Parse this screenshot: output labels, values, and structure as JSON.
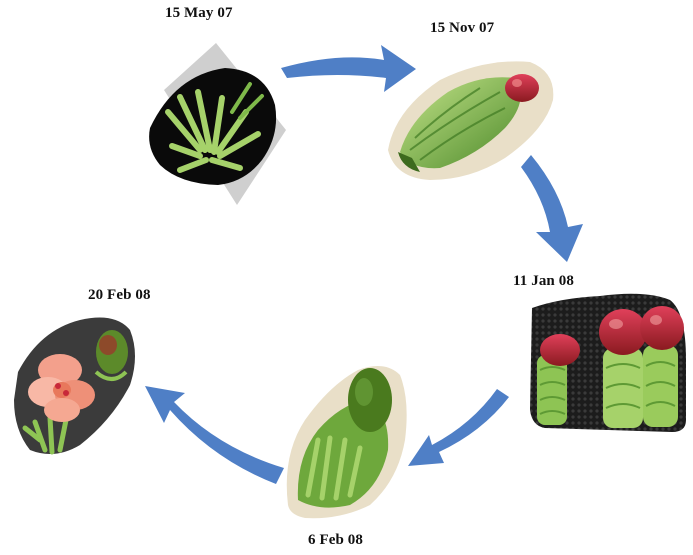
{
  "stages": [
    {
      "id": "stage-1",
      "date": "15 May 07"
    },
    {
      "id": "stage-2",
      "date": "15 Nov 07"
    },
    {
      "id": "stage-3",
      "date": "11 Jan 08"
    },
    {
      "id": "stage-4",
      "date": "6 Feb 08"
    },
    {
      "id": "stage-5",
      "date": "20 Feb 08"
    }
  ],
  "colors": {
    "arrow": "#4f7fc6",
    "leaf_light": "#a6d26a",
    "leaf_dark": "#4d8a2a",
    "bud_red": "#c8283a",
    "flower_pink": "#f3a08c",
    "backdrop_black": "#0a0a0a",
    "backdrop_gray": "#cfcfcf",
    "backdrop_beige": "#e9dfc8"
  }
}
